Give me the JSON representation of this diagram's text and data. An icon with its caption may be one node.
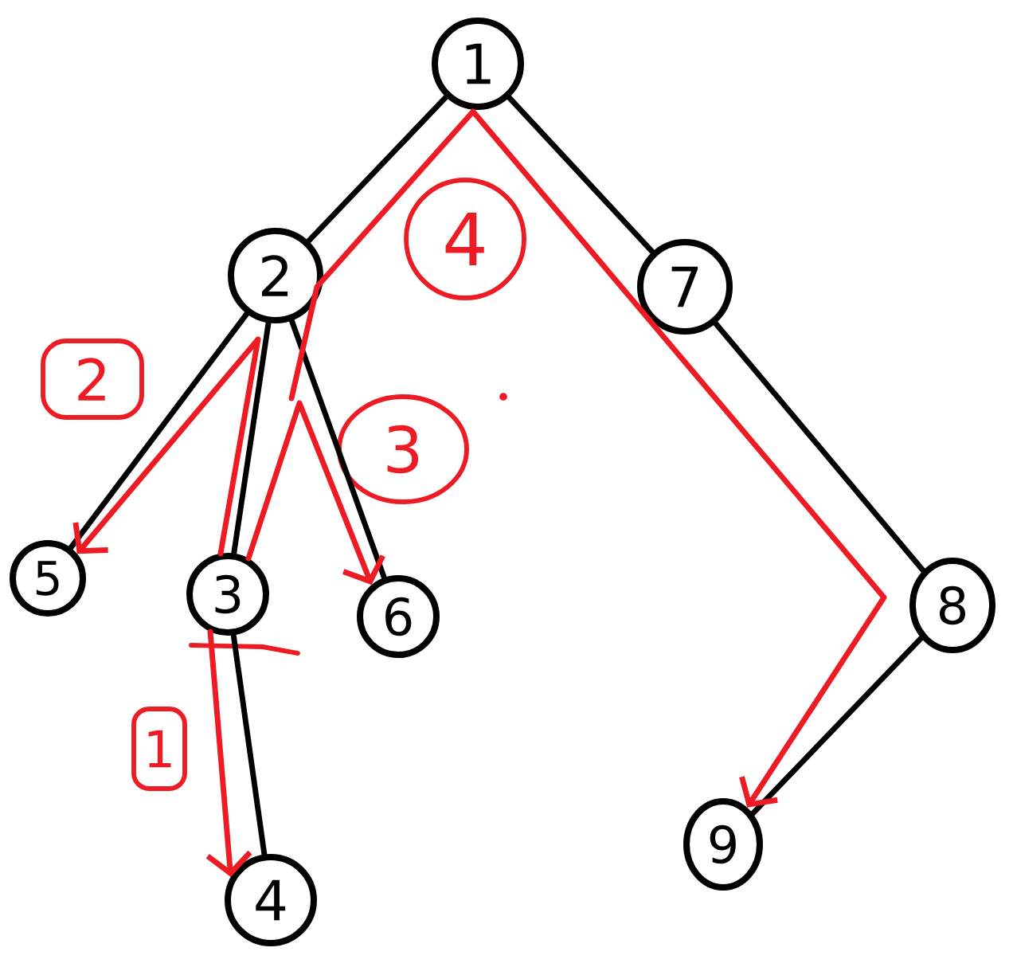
{
  "diagram": {
    "nodes": [
      {
        "text": [
          "1"
        ]
      },
      {
        "text": [
          "2"
        ]
      },
      {
        "text": [
          "4"
        ]
      },
      {
        "text": [
          "7"
        ]
      },
      {
        "text": [
          "2"
        ]
      },
      {
        "text": [
          "3"
        ]
      },
      {
        "text": [
          "5"
        ]
      },
      {
        "text": [
          "3"
        ]
      },
      {
        "text": [
          "6"
        ]
      },
      {
        "text": [
          "8"
        ]
      },
      {
        "text": [
          "1"
        ]
      },
      {
        "text": [
          "9"
        ]
      },
      {
        "text": [
          "4"
        ]
      }
    ],
    "edges": [
      {
        "from": 0,
        "to": 1,
        "arrow": "none"
      },
      {
        "from": 0,
        "to": 3,
        "arrow": "none"
      },
      {
        "from": 1,
        "to": 6,
        "arrow": "none"
      },
      {
        "from": 1,
        "to": 7,
        "arrow": "none"
      },
      {
        "from": 1,
        "to": 8,
        "arrow": "none"
      },
      {
        "from": 7,
        "to": 12,
        "arrow": "none"
      },
      {
        "from": 3,
        "to": 9,
        "arrow": "none"
      },
      {
        "from": 9,
        "to": 11,
        "arrow": "none"
      },
      {
        "from": 7,
        "to": 12,
        "arrow": "to",
        "color": "#ed1c24"
      },
      {
        "from": 7,
        "to": 6,
        "arrow": "to",
        "color": "#ed1c24"
      },
      {
        "from": 7,
        "to": 8,
        "arrow": "to",
        "color": "#ed1c24"
      },
      {
        "from": null,
        "to": 11,
        "arrow": "to",
        "color": "#ed1c24"
      }
    ]
  }
}
